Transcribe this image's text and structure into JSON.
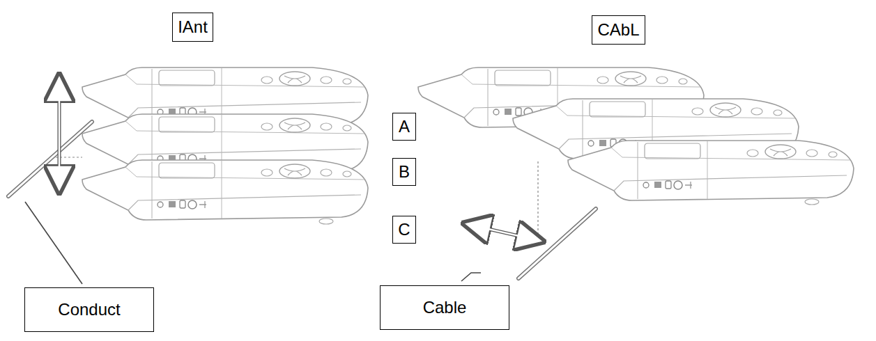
{
  "diagram": {
    "nodes": [
      {
        "text": [
          "IAnt"
        ]
      },
      {
        "text": [
          "CAbL"
        ]
      },
      {
        "text": [
          "A"
        ]
      },
      {
        "text": [
          "B"
        ]
      },
      {
        "text": [
          "C"
        ]
      },
      {
        "text": [
          "Conduct"
        ]
      },
      {
        "text": [
          "Cable"
        ]
      }
    ]
  }
}
